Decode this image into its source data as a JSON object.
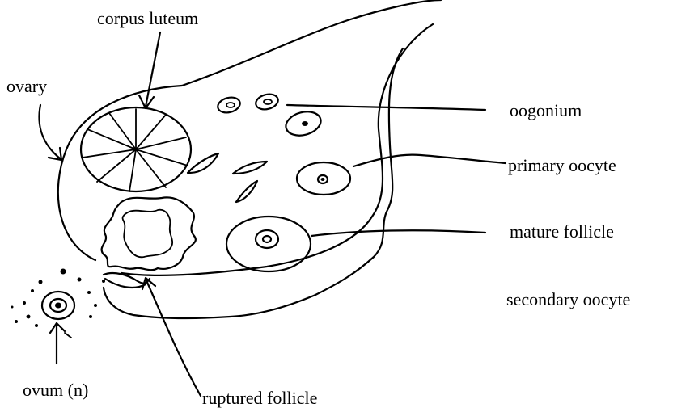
{
  "labels": {
    "corpus_luteum": "corpus luteum",
    "ovary": "ovary",
    "oogonium": "oogonium",
    "primary_oocyte": "primary oocyte",
    "mature_follicle": "mature follicle",
    "secondary_oocyte": "secondary oocyte",
    "ovum": "ovum (n)",
    "ruptured_follicle": "ruptured follicle"
  }
}
